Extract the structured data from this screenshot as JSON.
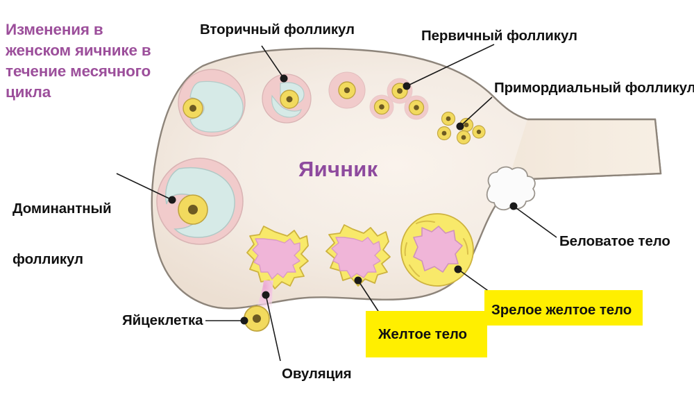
{
  "title": {
    "line1": "Изменения в",
    "line2": "женском яичнике в",
    "line3": "течение месячного",
    "line4": "цикла",
    "color": "#9c4f9b"
  },
  "organ": {
    "name": "Яичник",
    "color": "#8e4a9e"
  },
  "labels": {
    "secondary_follicle": "Вторичный фолликул",
    "primary_follicle": "Первичный фолликул",
    "primordial_follicle": "Примордиальный фолликул",
    "dominant_follicle_line1": "Доминантный",
    "dominant_follicle_line2": "фолликул",
    "corpus_albicans": "Беловатое тело",
    "ovum": "Яйцеклетка",
    "ovulation": "Овуляция",
    "corpus_luteum": "Желтое тело",
    "mature_corpus_luteum": "Зрелое желтое тело"
  },
  "colors": {
    "highlight": "#ffef00",
    "ovary_fill": "#f3ebe2",
    "ovary_stroke": "#8b8279",
    "follicle_theca": "#f0c9ca",
    "antrum": "#d5e9e6",
    "oocyte": "#f2da5e",
    "oocyte_nucleus": "#6d5a22",
    "luteum_yellow": "#f8e96a",
    "luteum_core": "#f0b5d8",
    "albicans_fill": "#fbfbfb",
    "leader_line": "#1a1a1a"
  },
  "structures": [
    {
      "name": "secondary-follicle-upper-left",
      "type": "antral-follicle"
    },
    {
      "name": "secondary-follicle-upper-mid",
      "type": "antral-follicle"
    },
    {
      "name": "primary-follicle-large",
      "type": "primary-follicle"
    },
    {
      "name": "primary-follicle-cluster",
      "type": "primary-follicle"
    },
    {
      "name": "primordial-follicle-cluster",
      "type": "primordial-follicle"
    },
    {
      "name": "dominant-follicle",
      "type": "graafian-follicle"
    },
    {
      "name": "ruptured-follicle-ovulation",
      "type": "corpus-luteum-early"
    },
    {
      "name": "corpus-luteum",
      "type": "corpus-luteum"
    },
    {
      "name": "mature-corpus-luteum",
      "type": "corpus-luteum-mature"
    },
    {
      "name": "corpus-albicans",
      "type": "corpus-albicans"
    },
    {
      "name": "released-ovum",
      "type": "ovum"
    }
  ]
}
